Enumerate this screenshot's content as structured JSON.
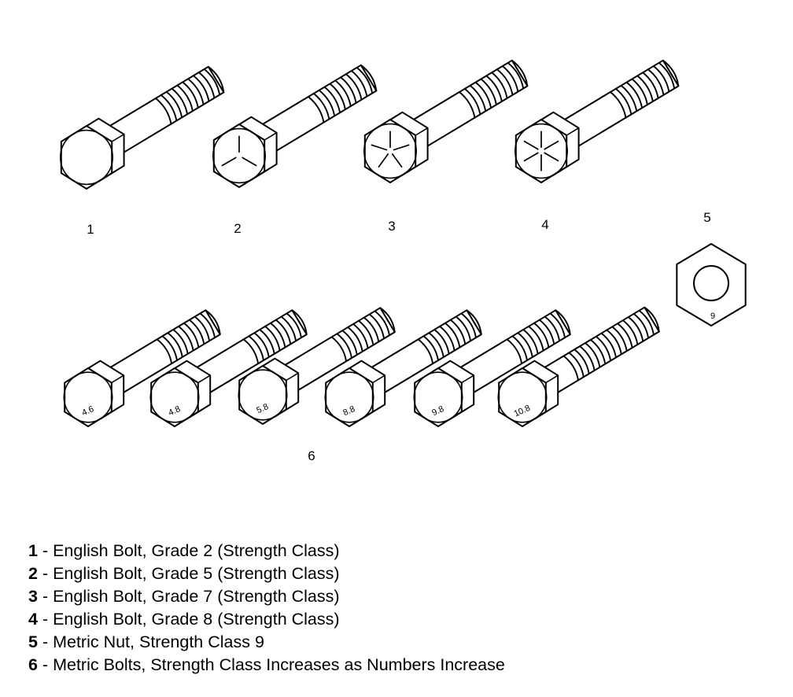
{
  "callouts": [
    "1",
    "2",
    "3",
    "4",
    "5",
    "6"
  ],
  "english_bolts": [
    {
      "callout": "1",
      "grade": "2",
      "marks": 0
    },
    {
      "callout": "2",
      "grade": "5",
      "marks": 3
    },
    {
      "callout": "3",
      "grade": "7",
      "marks": 5
    },
    {
      "callout": "4",
      "grade": "8",
      "marks": 6
    }
  ],
  "metric_bolts": {
    "callout": "6",
    "head_labels": [
      "4.6",
      "4.8",
      "5.8",
      "8.8",
      "9.8",
      "10.8"
    ]
  },
  "metric_nut": {
    "callout": "5",
    "label": "9"
  },
  "legend": [
    {
      "num": "1",
      "text": " - English Bolt, Grade 2 (Strength Class)"
    },
    {
      "num": "2",
      "text": " - English Bolt, Grade 5 (Strength Class)"
    },
    {
      "num": "3",
      "text": " - English Bolt, Grade 7 (Strength Class)"
    },
    {
      "num": "4",
      "text": " - English Bolt, Grade 8 (Strength Class)"
    },
    {
      "num": "5",
      "text": " - Metric Nut, Strength Class 9"
    },
    {
      "num": "6",
      "text": " - Metric Bolts, Strength Class Increases as Numbers Increase"
    }
  ]
}
